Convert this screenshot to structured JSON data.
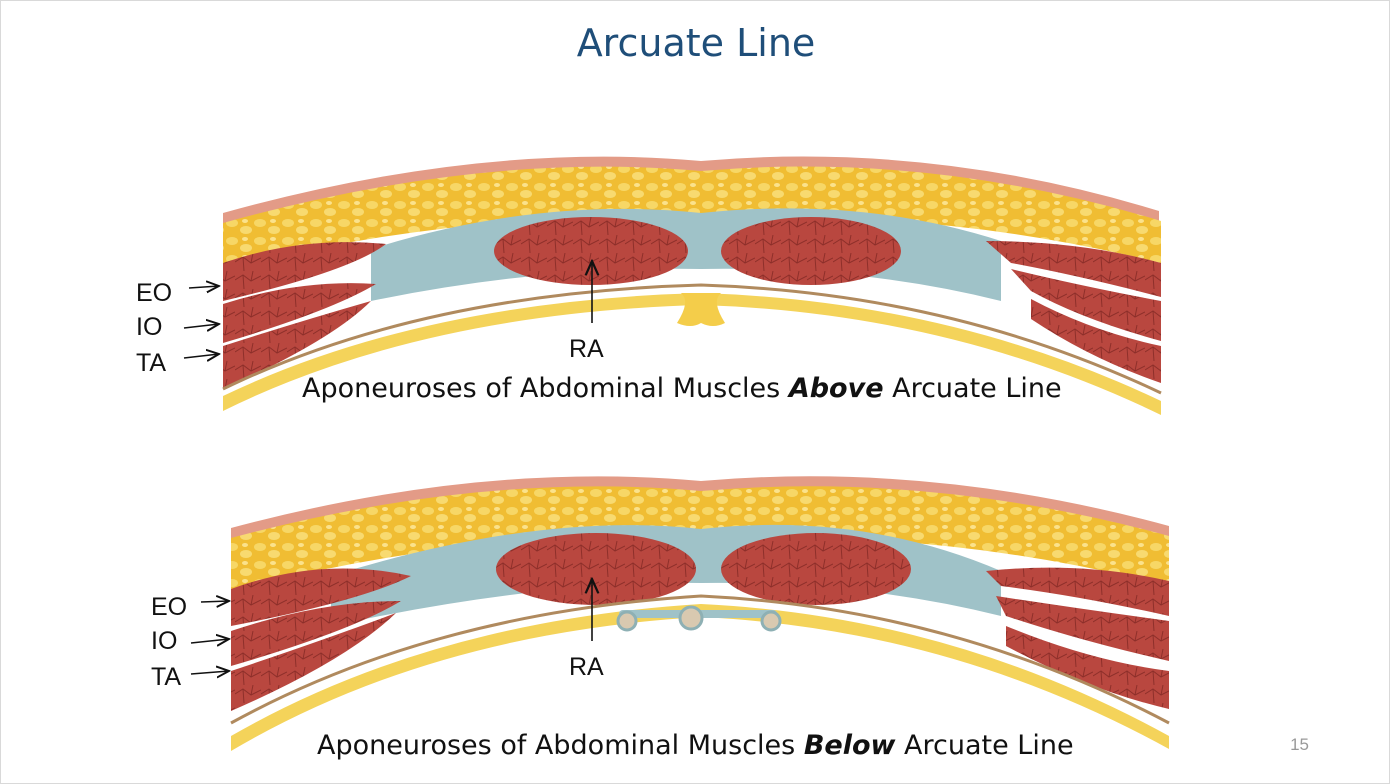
{
  "slide": {
    "title": "Arcuate Line",
    "page_number": "15"
  },
  "top_panel": {
    "labels": {
      "eo": "EO",
      "io": "IO",
      "ta": "TA",
      "ra": "RA"
    },
    "caption": {
      "before": "Aponeuroses of Abdominal Muscles ",
      "emphasis": "Above",
      "after": " Arcuate Line"
    }
  },
  "bottom_panel": {
    "labels": {
      "eo": "EO",
      "io": "IO",
      "ta": "TA",
      "ra": "RA"
    },
    "caption": {
      "before": "Aponeuroses of Abdominal Muscles ",
      "emphasis": "Below",
      "after": " Arcuate Line"
    }
  },
  "colors": {
    "title": "#1f4e79",
    "skin": "#e39b87",
    "fat": "#f2c23a",
    "muscle": "#b8473f",
    "aponeurosis": "#9fc2c8",
    "fascia": "#f4d35a"
  }
}
